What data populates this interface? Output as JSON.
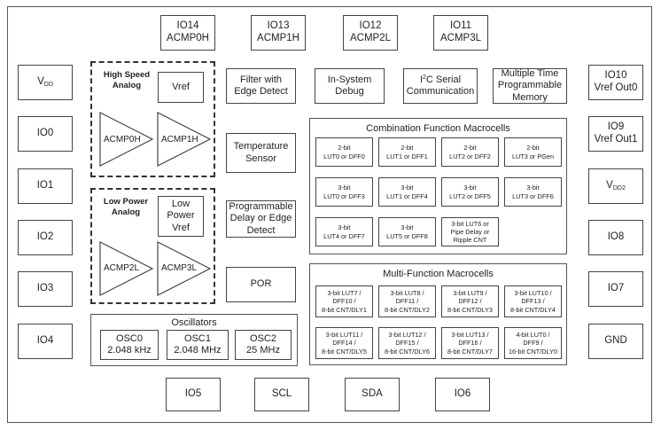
{
  "top_pins": [
    {
      "id": "io14",
      "line1": "IO14",
      "line2": "ACMP0H"
    },
    {
      "id": "io13",
      "line1": "IO13",
      "line2": "ACMP1H"
    },
    {
      "id": "io12",
      "line1": "IO12",
      "line2": "ACMP2L"
    },
    {
      "id": "io11",
      "line1": "IO11",
      "line2": "ACMP3L"
    }
  ],
  "left_pins": {
    "vdd_main": "V",
    "vdd_sub": "DD",
    "io0": "IO0",
    "io1": "IO1",
    "io2": "IO2",
    "io3": "IO3",
    "io4": "IO4"
  },
  "right_pins": {
    "io10_line1": "IO10",
    "io10_line2": "Vref Out0",
    "io9_line1": "IO9",
    "io9_line2": "Vref Out1",
    "vdd2_main": "V",
    "vdd2_sub": "DD2",
    "io8": "IO8",
    "io7": "IO7",
    "gnd": "GND"
  },
  "bottom_pins": {
    "io5": "IO5",
    "scl": "SCL",
    "sda": "SDA",
    "io6": "IO6"
  },
  "high_speed": {
    "title_line1": "High Speed",
    "title_line2": "Analog",
    "vref": "Vref",
    "acmp0h": "ACMP0H",
    "acmp1h": "ACMP1H"
  },
  "low_power": {
    "title_line1": "Low Power",
    "title_line2": "Analog",
    "vref_line1": "Low",
    "vref_line2": "Power",
    "vref_line3": "Vref",
    "acmp2l": "ACMP2L",
    "acmp3l": "ACMP3L"
  },
  "middle": {
    "filter_line1": "Filter with",
    "filter_line2": "Edge Detect",
    "temp_line1": "Temperature",
    "temp_line2": "Sensor",
    "delay_line1": "Programmable",
    "delay_line2": "Delay or Edge",
    "delay_line3": "Detect",
    "por": "POR"
  },
  "top_blocks": {
    "isd_line1": "In-System",
    "isd_line2": "Debug",
    "i2c_pre": "I",
    "i2c_sup": "2",
    "i2c_post": "C Serial",
    "i2c_line2": "Communication",
    "mtp_line1": "Multiple Time",
    "mtp_line2": "Programmable",
    "mtp_line3": "Memory"
  },
  "oscillators": {
    "title": "Oscillators",
    "items": [
      {
        "name": "OSC0",
        "freq": "2.048 kHz"
      },
      {
        "name": "OSC1",
        "freq": "2.048 MHz"
      },
      {
        "name": "OSC2",
        "freq": "25 MHz"
      }
    ]
  },
  "combination": {
    "title": "Combination Function Macrocells",
    "cells": [
      [
        "2-bit",
        "LUT0 or DFF0"
      ],
      [
        "2-bit",
        "LUT1 or DFF1"
      ],
      [
        "2-bit",
        "LUT2 or DFF2"
      ],
      [
        "2-bit",
        "LUT3 or PGen"
      ],
      [
        "3-bit",
        "LUT0 or DFF3"
      ],
      [
        "3-bit",
        "LUT1 or DFF4"
      ],
      [
        "3-bit",
        "LUT2 or DFF5"
      ],
      [
        "3-bit",
        "LUT3 or DFF6"
      ],
      [
        "3-bit",
        "LUT4 or DFF7"
      ],
      [
        "3-bit",
        "LUT5 or DFF8"
      ],
      [
        "3-bit LUT6 or",
        "Pipe Delay or",
        "Ripple CNT"
      ]
    ]
  },
  "multifunction": {
    "title": "Multi-Function Macrocells",
    "cells": [
      [
        "3-bit LUT7 /",
        "DFF10 /",
        "8-bit CNT/DLY1"
      ],
      [
        "3-bit LUT8 /",
        "DFF11 /",
        "8-bit CNT/DLY2"
      ],
      [
        "3-bit LUT9 /",
        "DFF12 /",
        "8-bit CNT/DLY3"
      ],
      [
        "3-bit LUT10 /",
        "DFF13 /",
        "8-bit CNT/DLY4"
      ],
      [
        "3-bit LUT11 /",
        "DFF14 /",
        "8-bit CNT/DLY5"
      ],
      [
        "3-bit LUT12 /",
        "DFF15 /",
        "8-bit CNT/DLY6"
      ],
      [
        "3-bit LUT13 /",
        "DFF16 /",
        "8-bit CNT/DLY7"
      ],
      [
        "4-bit LUT0 /",
        "DFF9 /",
        "16-bit CNT/DLY0"
      ]
    ]
  }
}
